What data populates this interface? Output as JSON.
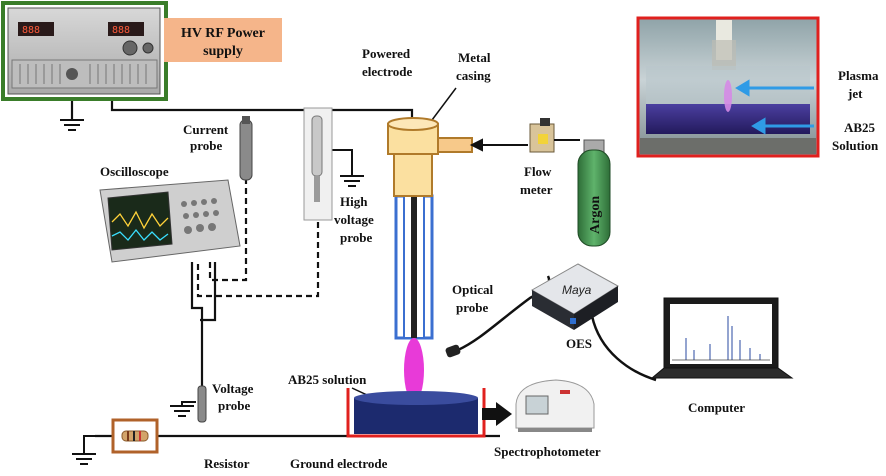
{
  "labels": {
    "hv_line1": "HV RF Power",
    "hv_line2": "supply",
    "powered_line1": "Powered",
    "powered_line2": "electrode",
    "metal_line1": "Metal",
    "metal_line2": "casing",
    "current_line1": "Current",
    "current_line2": "probe",
    "high_line1": "High",
    "high_line2": "voltage",
    "high_line3": "probe",
    "oscilloscope": "Oscilloscope",
    "flow_line1": "Flow",
    "flow_line2": "meter",
    "argon": "Argon",
    "optical_line1": "Optical",
    "optical_line2": "probe",
    "oes": "OES",
    "computer": "Computer",
    "voltage_line1": "Voltage",
    "voltage_line2": "probe",
    "ab25_solution": "AB25 solution",
    "resistor": "Resistor",
    "ground_electrode": "Ground electrode",
    "spectrophotometer": "Spectrophotometer",
    "plasma_line1": "Plasma",
    "plasma_line2": "jet",
    "ab25_line1": "AB25",
    "ab25_line2": "Solution",
    "maya": "Maya"
  },
  "colors": {
    "power_supply_border": "#3a7d2a",
    "label_box_fill": "#f5b58a",
    "casing_fill": "#fbe0a0",
    "plasma": "#e83ad8",
    "electrode_blue": "#3b6fd0",
    "inset_border": "#e0201e",
    "arrow_blue": "#2f9be6",
    "solution_dark": "#1c2a6e",
    "argon_green": "#3e8f4a"
  }
}
